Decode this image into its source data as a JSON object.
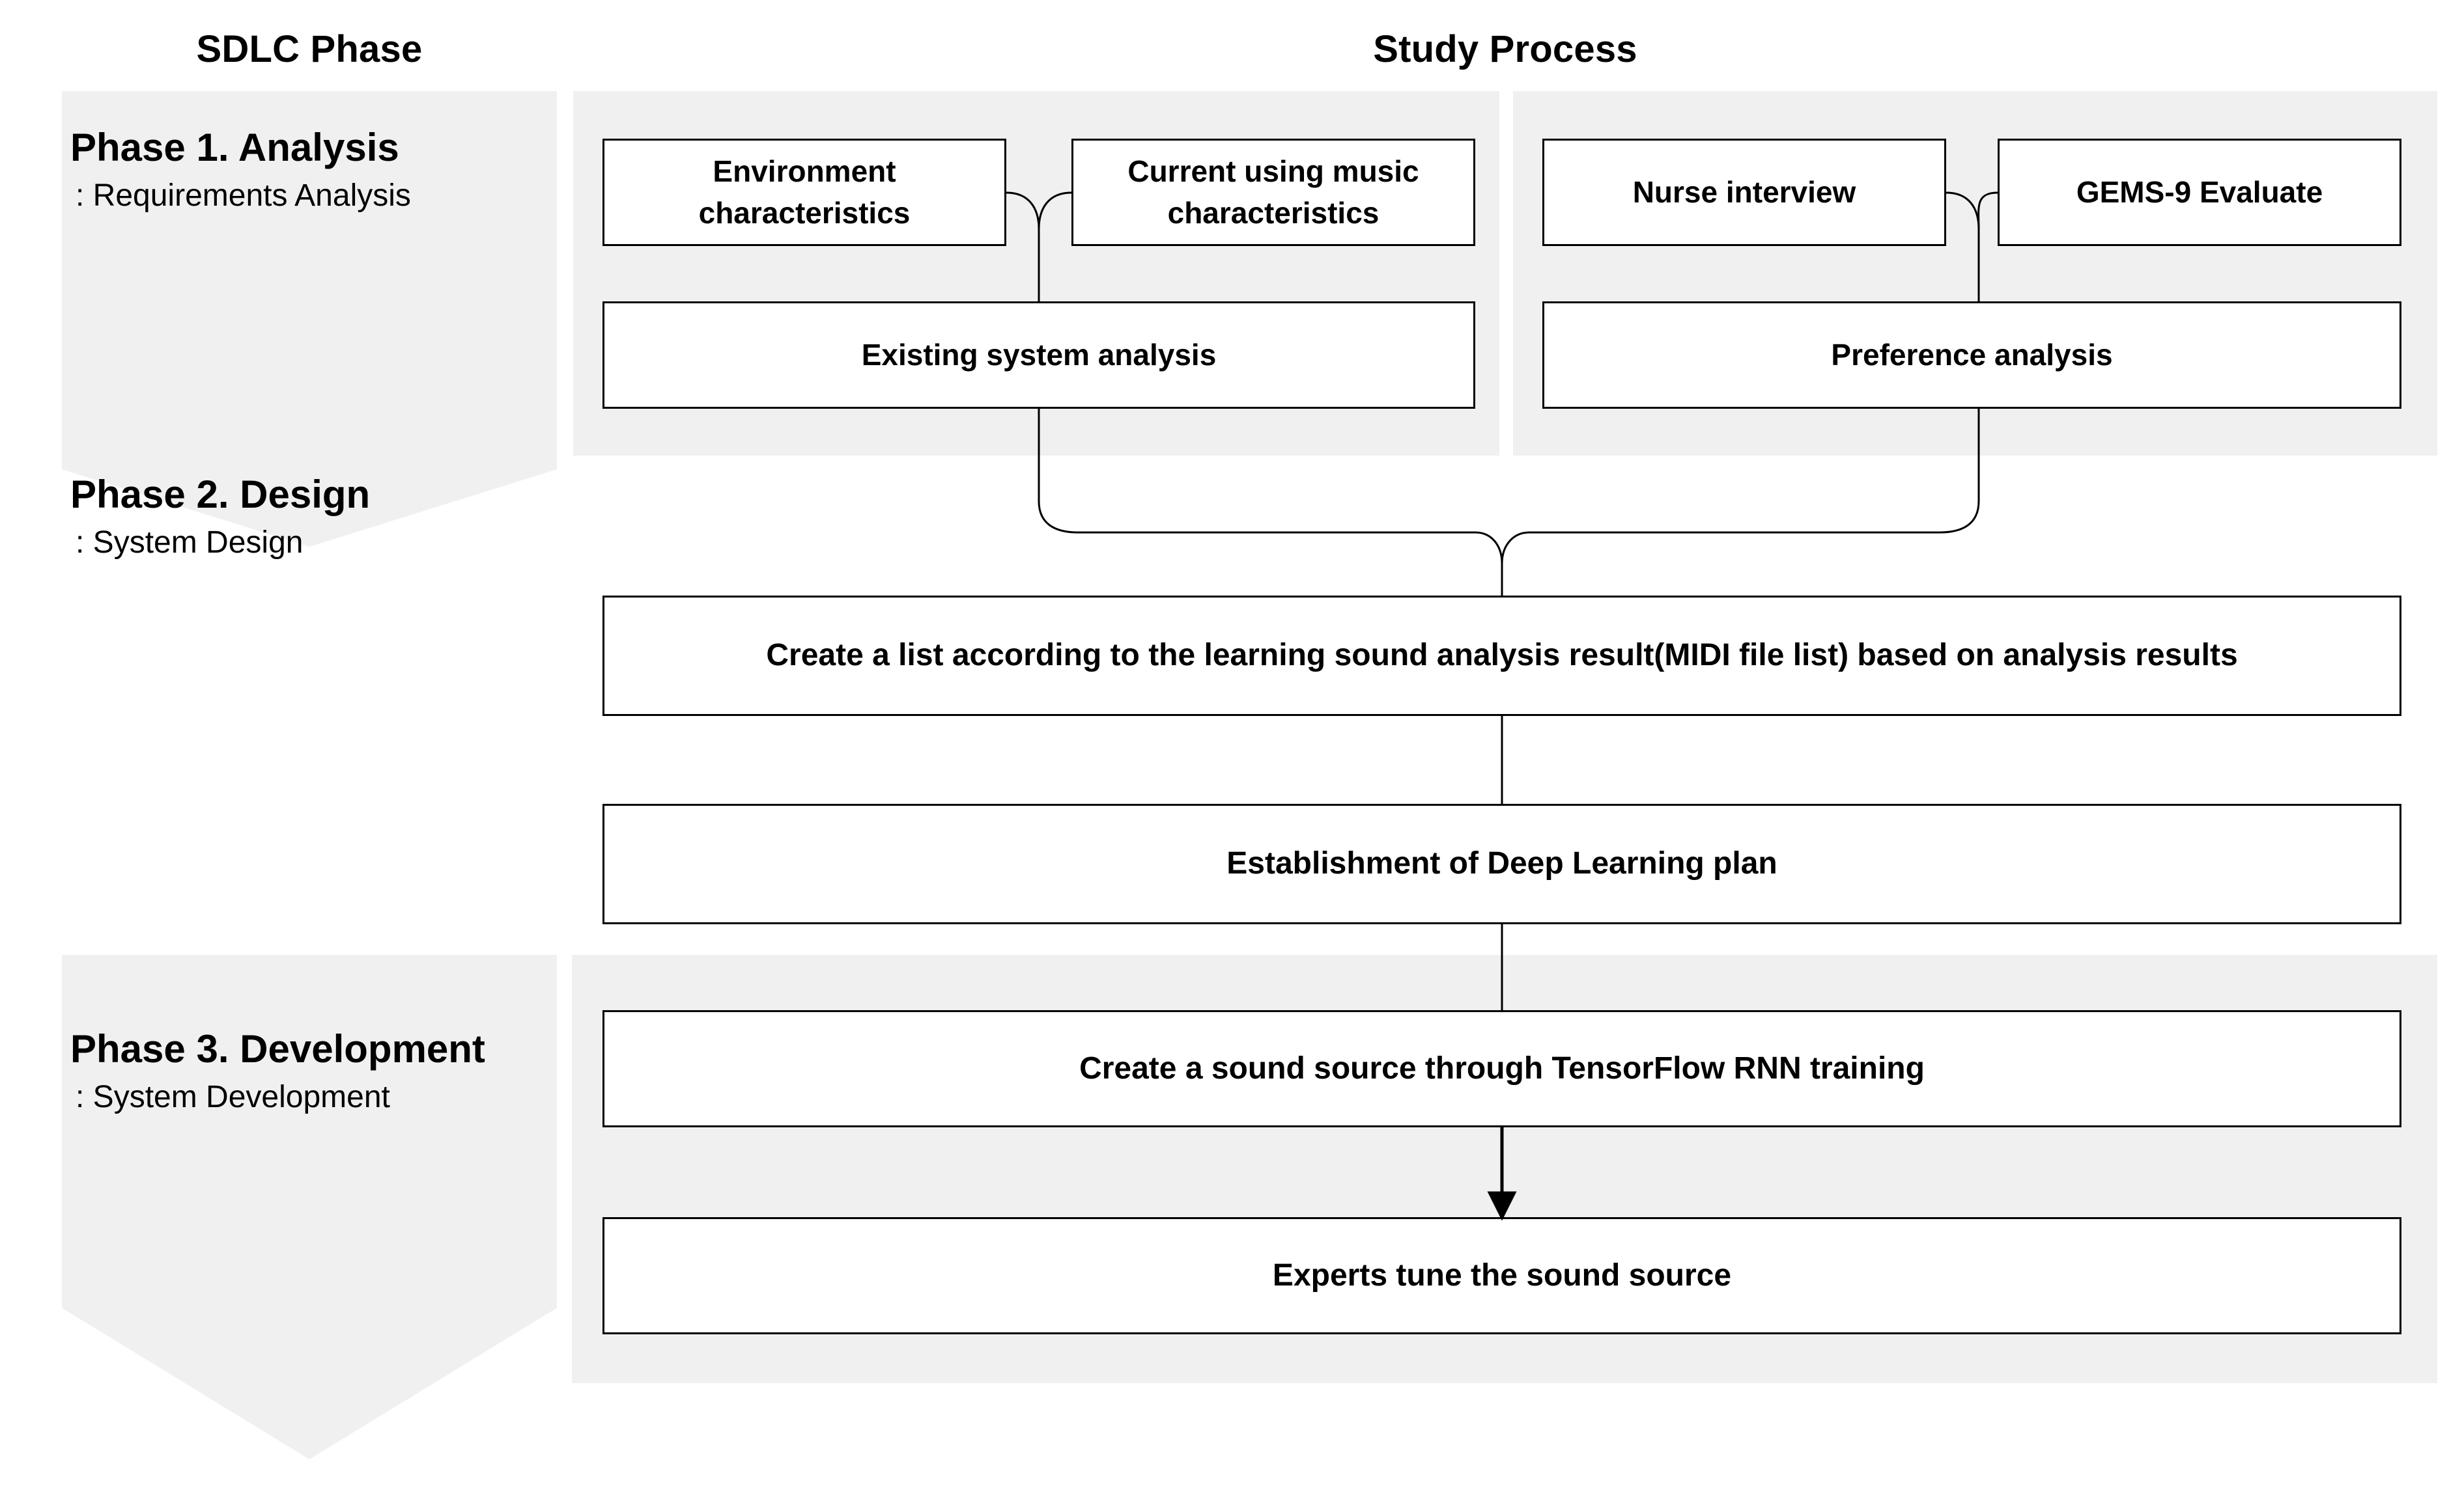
{
  "headers": {
    "left": "SDLC Phase",
    "right": "Study Process"
  },
  "phases": [
    {
      "title": "Phase 1. Analysis",
      "subtitle": ": Requirements Analysis"
    },
    {
      "title": "Phase 2. Design",
      "subtitle": ": System Design"
    },
    {
      "title": "Phase 3. Development",
      "subtitle": ": System Development"
    }
  ],
  "groups": {
    "left": {
      "inputs": [
        "Environment characteristics",
        "Current using music characteristics"
      ],
      "output": "Existing system analysis"
    },
    "right": {
      "inputs": [
        "Nurse interview",
        "GEMS-9 Evaluate"
      ],
      "output": "Preference analysis"
    }
  },
  "steps": [
    "Create a list according to the learning sound analysis result(MIDI file list) based on analysis results",
    "Establishment of Deep Learning plan",
    "Create a sound source through TensorFlow RNN training",
    "Experts tune the sound source"
  ],
  "colors": {
    "panel_gray": "#f0f0f0",
    "box_border": "#000000",
    "box_fill": "#ffffff",
    "text": "#000000"
  }
}
